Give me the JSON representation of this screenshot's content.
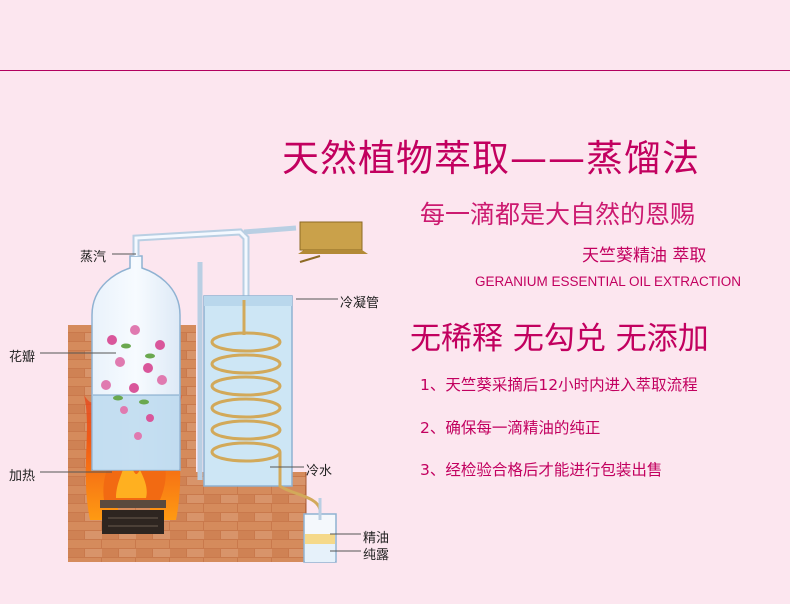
{
  "heading": {
    "title": "天然植物萃取——蒸馏法",
    "subtitle": "每一滴都是大自然的恩赐",
    "product_line": "天竺葵精油 萃取",
    "english_line": "GERANIUM ESSENTIAL OIL EXTRACTION",
    "slogan": "无稀释 无勾兑 无添加"
  },
  "points": [
    "1、天竺葵采摘后12小时内进入萃取流程",
    "2、确保每一滴精油的纯正",
    "3、经检验合格后才能进行包装出售"
  ],
  "diagram_labels": {
    "steam": "蒸汽",
    "petals": "花瓣",
    "heating": "加热",
    "condenser": "冷凝管",
    "cold_water": "冷水",
    "essential_oil": "精油",
    "hydrosol": "纯露"
  },
  "colors": {
    "accent": "#c2005f",
    "background": "#fce6ef",
    "brick": "#c26f44",
    "water": "#cde6f5"
  }
}
